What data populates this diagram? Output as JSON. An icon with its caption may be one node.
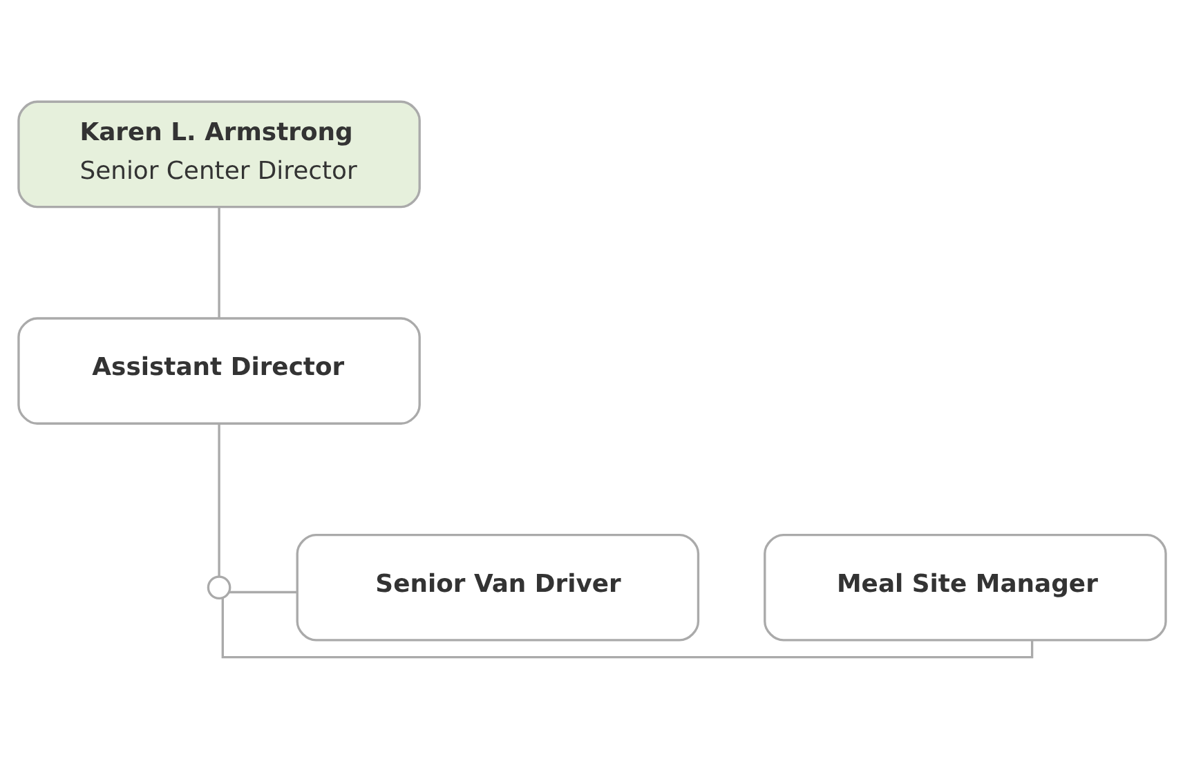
{
  "diagram": {
    "nodes": [
      {
        "text": [
          "Karen L. Armstrong",
          "Senior Center Director"
        ]
      },
      {
        "text": [
          "Assistant Director"
        ]
      },
      {
        "text": [],
        "shape": "circle"
      },
      {
        "text": [
          "Meal Site Manager"
        ]
      },
      {
        "text": [
          "Senior Van Driver"
        ]
      }
    ],
    "edges": [
      {
        "from": 0,
        "to": 1,
        "arrow": "none"
      },
      {
        "from": 1,
        "to": 2,
        "arrow": "none"
      },
      {
        "from": 2,
        "to": 3,
        "arrow": "none"
      },
      {
        "from": 2,
        "to": 4,
        "arrow": "none"
      }
    ]
  }
}
